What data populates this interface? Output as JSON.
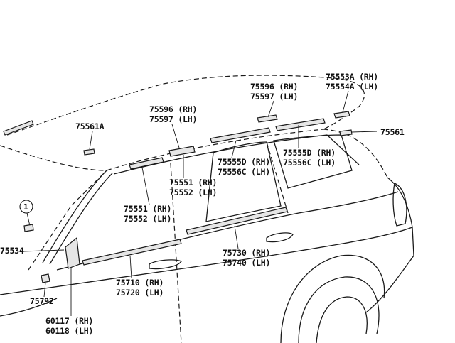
{
  "callout_marker": "1",
  "labels": {
    "p75553a": "75553A (RH)",
    "p75554a": "75554A (LH)",
    "p75596_top": "75596 (RH)",
    "p75597_top": "75597 (LH)",
    "p75596_mid": "75596 (RH)",
    "p75597_mid": "75597 (LH)",
    "p75561a": "75561A",
    "p75561": "75561",
    "p75555d": "75555D (RH)",
    "p75556c_right": "75556C (LH)",
    "p75555d_center": "75555D (RH)",
    "p75556c_center": "75556C (LH)",
    "p75551_center": "75551 (RH)",
    "p75552_center": "75552 (LH)",
    "p75551_left": "75551 (RH)",
    "p75552_left": "75552 (LH)",
    "p75534": "75534",
    "p75730": "75730 (RH)",
    "p75740": "75740 (LH)",
    "p75710": "75710 (RH)",
    "p75720": "75720 (LH)",
    "p75792": "75792",
    "p60117": "60117 (RH)",
    "p60118": "60118 (LH)"
  }
}
